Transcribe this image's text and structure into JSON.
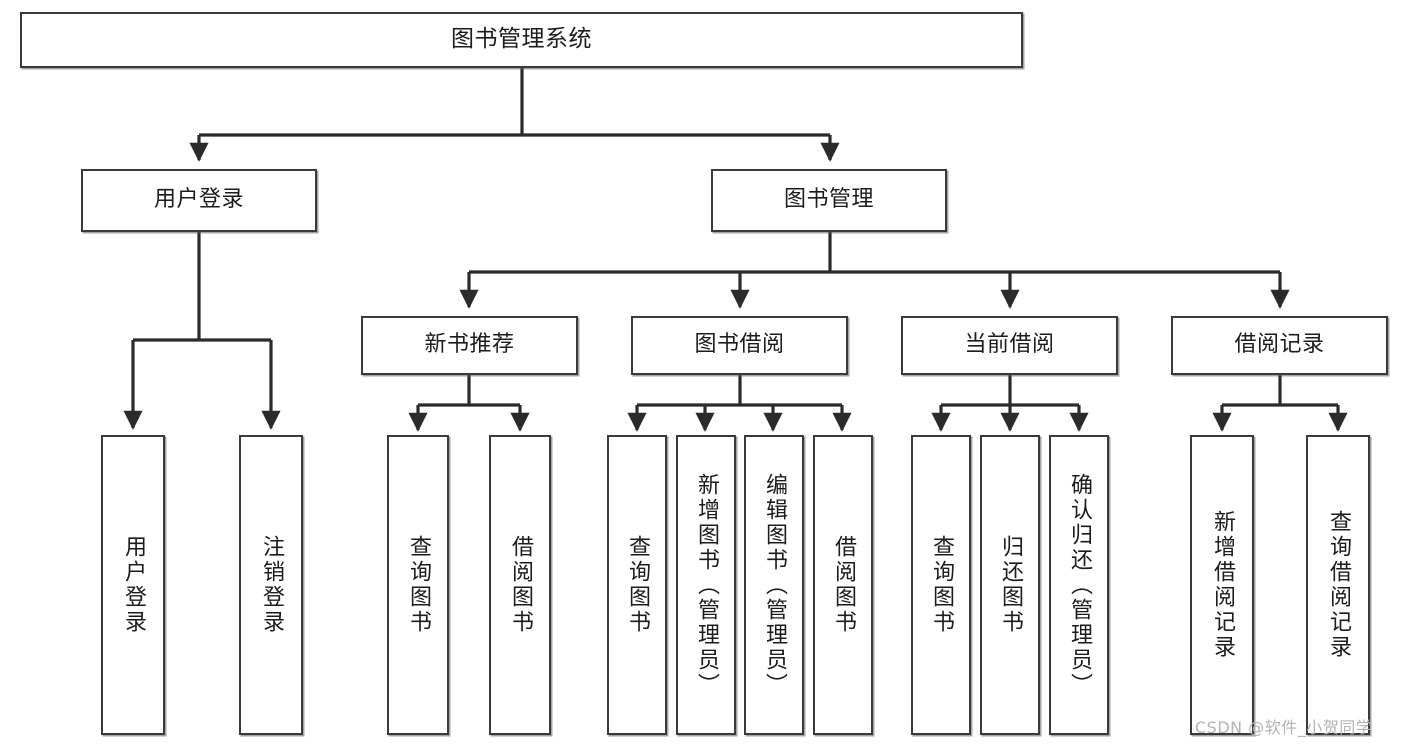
{
  "diagram": {
    "type": "tree",
    "title": "图书管理系统",
    "root": {
      "id": "root",
      "label": "图书管理系统"
    },
    "level2": [
      {
        "id": "user-login",
        "label": "用户登录"
      },
      {
        "id": "book-management",
        "label": "图书管理"
      }
    ],
    "level3": [
      {
        "id": "new-book-recommend",
        "label": "新书推荐"
      },
      {
        "id": "book-borrow",
        "label": "图书借阅"
      },
      {
        "id": "current-borrow",
        "label": "当前借阅"
      },
      {
        "id": "borrow-record",
        "label": "借阅记录"
      }
    ],
    "leaves": {
      "user-login": [
        {
          "id": "leaf-user-login",
          "label": "用户登录"
        },
        {
          "id": "leaf-logout-login",
          "label": "注销登录"
        }
      ],
      "new-book-recommend": [
        {
          "id": "leaf-query-book-1",
          "label": "查询图书"
        },
        {
          "id": "leaf-borrow-book-1",
          "label": "借阅图书"
        }
      ],
      "book-borrow": [
        {
          "id": "leaf-query-book-2",
          "label": "查询图书"
        },
        {
          "id": "leaf-add-book-admin",
          "label": "新增图书（管理员）"
        },
        {
          "id": "leaf-edit-book-admin",
          "label": "编辑图书（管理员）"
        },
        {
          "id": "leaf-borrow-book-2",
          "label": "借阅图书"
        }
      ],
      "current-borrow": [
        {
          "id": "leaf-query-book-3",
          "label": "查询图书"
        },
        {
          "id": "leaf-return-book",
          "label": "归还图书"
        },
        {
          "id": "leaf-confirm-return-admin",
          "label": "确认归还（管理员）"
        }
      ],
      "borrow-record": [
        {
          "id": "leaf-add-borrow-record",
          "label": "新增借阅记录"
        },
        {
          "id": "leaf-query-borrow-record",
          "label": "查询借阅记录"
        }
      ]
    }
  },
  "watermark": {
    "text": "CSDN @软件_小贺同学"
  },
  "colors": {
    "box_border": "#3a3a3a",
    "box_fill": "#ffffff",
    "connector": "#2b2b2b",
    "text": "#1c1c1c",
    "watermark": "#b4b4b4"
  }
}
